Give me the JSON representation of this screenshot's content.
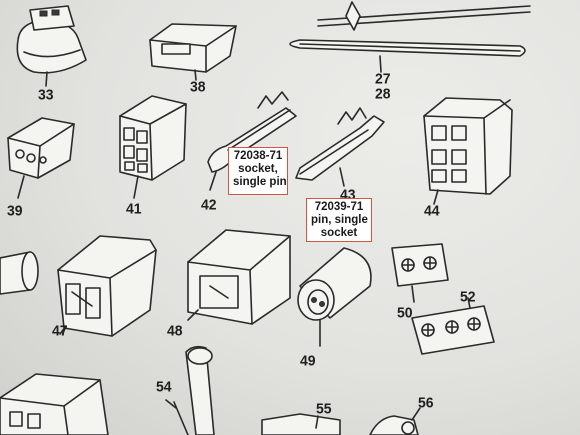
{
  "part_numbers": {
    "p33": "33",
    "p38": "38",
    "p27": "27",
    "p28": "28",
    "p39": "39",
    "p41": "41",
    "p42": "42",
    "p43": "43",
    "p44": "44",
    "p47": "47",
    "p48": "48",
    "p49": "49",
    "p50": "50",
    "p52": "52",
    "p54": "54",
    "p55": "55",
    "p56": "56"
  },
  "callouts": {
    "socket_single_pin": {
      "part": "72038-71",
      "line1": "socket,",
      "line2": "single pin"
    },
    "pin_single_socket": {
      "part": "72039-71",
      "line1": "pin, single",
      "line2": "socket"
    }
  },
  "colors": {
    "callout_border": "#d4553f",
    "callout_fill": "#ffffff",
    "line_art": "#2a2a2a"
  }
}
